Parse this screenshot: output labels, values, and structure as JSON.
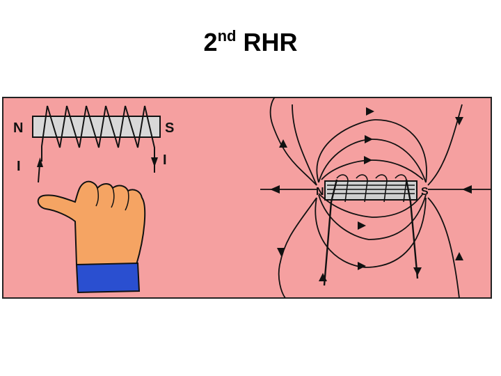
{
  "slide": {
    "title_number": "2",
    "title_superscript": "nd",
    "title_rest": "RHR"
  },
  "figure": {
    "left_pole_left": "N",
    "left_pole_right": "S",
    "current_left": "I",
    "current_right": "I",
    "right_pole_left": "N",
    "right_pole_right": "S",
    "colors": {
      "background": "#f5a0a0",
      "skin": "#f5a463",
      "cuff": "#2a4fd0",
      "core": "#d8d8d8"
    }
  }
}
